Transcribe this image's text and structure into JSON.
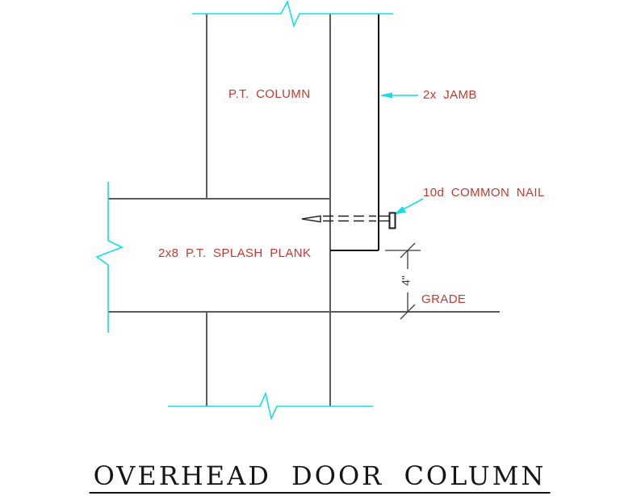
{
  "drawing": {
    "title": "OVERHEAD DOOR COLUMN",
    "annotations": {
      "pt_column": "P.T. COLUMN",
      "jamb": "2x JAMB",
      "nail": "10d COMMON NAIL",
      "splash_plank": "2x8 P.T. SPLASH PLANK",
      "grade": "GRADE",
      "dim_4in": "4\""
    },
    "colors": {
      "annotation_red": "#c23a31",
      "break_line_cyan": "#12dfe8",
      "object_line_gray": "#5b5b5b",
      "object_line_black": "#161616",
      "dimension_gray": "#3c3c3c"
    }
  }
}
